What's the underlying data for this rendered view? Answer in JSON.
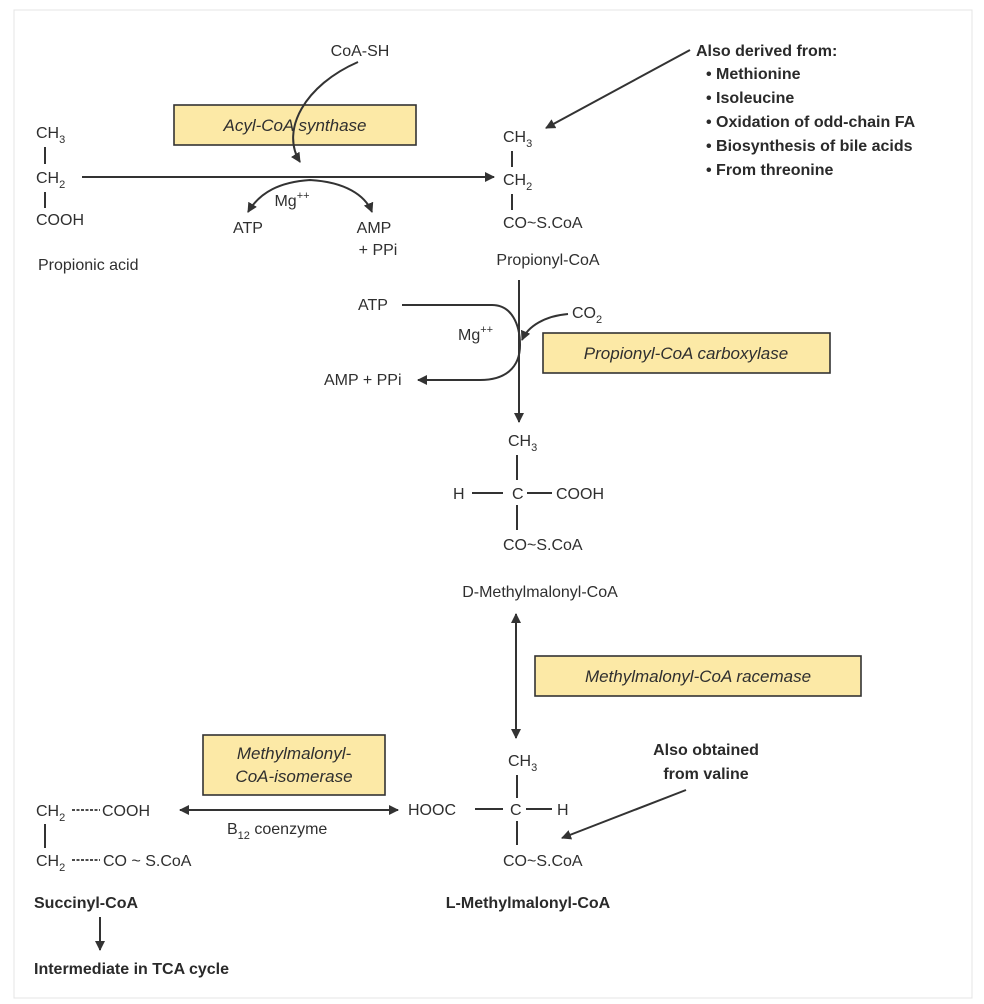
{
  "colors": {
    "enzyme_box_fill": "#fce9a6",
    "line": "#333333",
    "background": "#ffffff"
  },
  "top": {
    "coa_sh": "CoA-SH",
    "enzyme_acyl": "Acyl-CoA synthase",
    "mg1": "Mg",
    "mg1_sup": "++",
    "atp1": "ATP",
    "amp1": "AMP",
    "ppi1": "+ PPi"
  },
  "propionic": {
    "ch": "CH",
    "sub3": "3",
    "sub2": "2",
    "cooh": "COOH",
    "name": "Propionic acid"
  },
  "propionyl": {
    "ch": "CH",
    "sub3": "3",
    "sub2": "2",
    "cosc": "CO~S.CoA",
    "name": "Propionyl-CoA"
  },
  "also_derived": {
    "title": "Also derived from:",
    "items": [
      "• Methionine",
      "• Isoleucine",
      "• Oxidation of odd-chain FA",
      "• Biosynthesis of bile acids",
      "• From threonine"
    ]
  },
  "carboxylase": {
    "atp": "ATP",
    "co": "CO",
    "co_sub": "2",
    "mg": "Mg",
    "mg_sup": "++",
    "enzyme": "Propionyl-CoA carboxylase",
    "amp": "AMP + PPi"
  },
  "d_methyl": {
    "ch": "CH",
    "sub3": "3",
    "h": "H",
    "c": "C",
    "cooh": "COOH",
    "cosc": "CO~S.CoA",
    "name": "D-Methylmalonyl-CoA"
  },
  "racemase": {
    "enzyme": "Methylmalonyl-CoA racemase"
  },
  "l_methyl": {
    "ch": "CH",
    "sub3": "3",
    "hooc": "HOOC",
    "c": "C",
    "h": "H",
    "cosc": "CO~S.CoA",
    "name": "L-Methylmalonyl-CoA"
  },
  "also_obtained": {
    "line1": "Also obtained",
    "line2": "from valine"
  },
  "isomerase": {
    "line1": "Methylmalonyl-",
    "line2": "CoA-isomerase",
    "b": "B",
    "b_sub": "12",
    "b_rest": " coenzyme"
  },
  "succinyl": {
    "ch": "CH",
    "sub2": "2",
    "cooh": "COOH",
    "cosc": "CO ~ S.CoA",
    "name": "Succinyl-CoA"
  },
  "tca": "Intermediate in TCA cycle"
}
